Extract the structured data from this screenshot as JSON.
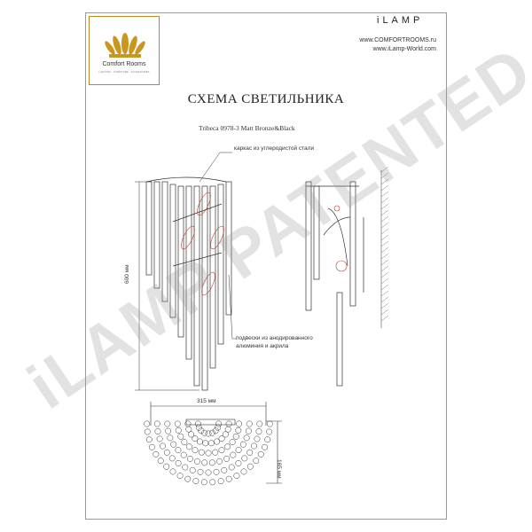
{
  "header": {
    "logo_name": "Comfort Rooms",
    "logo_tagline": "LIGHTING · FURNITURE · ACCESSORIES",
    "brand": "iLAMP",
    "site_1": "www.COMFORTROOMS.ru",
    "site_2": "www.iLamp-World.com"
  },
  "title": "СХЕМА СВЕТИЛЬНИКА",
  "model": "Tribeca 0978-3 Matt Bronze&Black",
  "annotations": {
    "frame_note": "каркас из углеродистой стали",
    "pendant_note_1": "подвески из анодированного",
    "pendant_note_2": "алюминия и акрила"
  },
  "dimensions": {
    "height": "600 мм",
    "width": "315 мм",
    "depth": "165 мм"
  },
  "watermark": "iLAMP PATENTED",
  "colors": {
    "line": "#333333",
    "accent": "#c0392b",
    "gold": "#b98a1e"
  }
}
